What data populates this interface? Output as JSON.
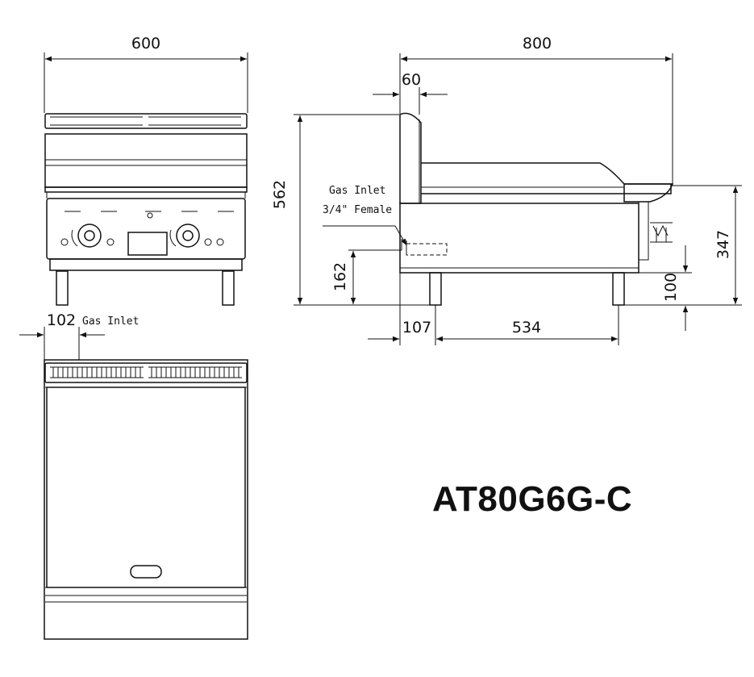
{
  "model": "AT80G6G-C",
  "front_view": {
    "width": "600"
  },
  "side_view": {
    "depth": "800",
    "splash": "60",
    "height": "562",
    "inlet_height": "162",
    "leg_offset": "107",
    "leg_span": "534",
    "body_height": "347",
    "leg_height": "100",
    "inlet_label_line1": "Gas Inlet",
    "inlet_label_line2": "3/4\" Female"
  },
  "top_view": {
    "inlet_offset": "102",
    "inlet_label": "Gas Inlet"
  }
}
